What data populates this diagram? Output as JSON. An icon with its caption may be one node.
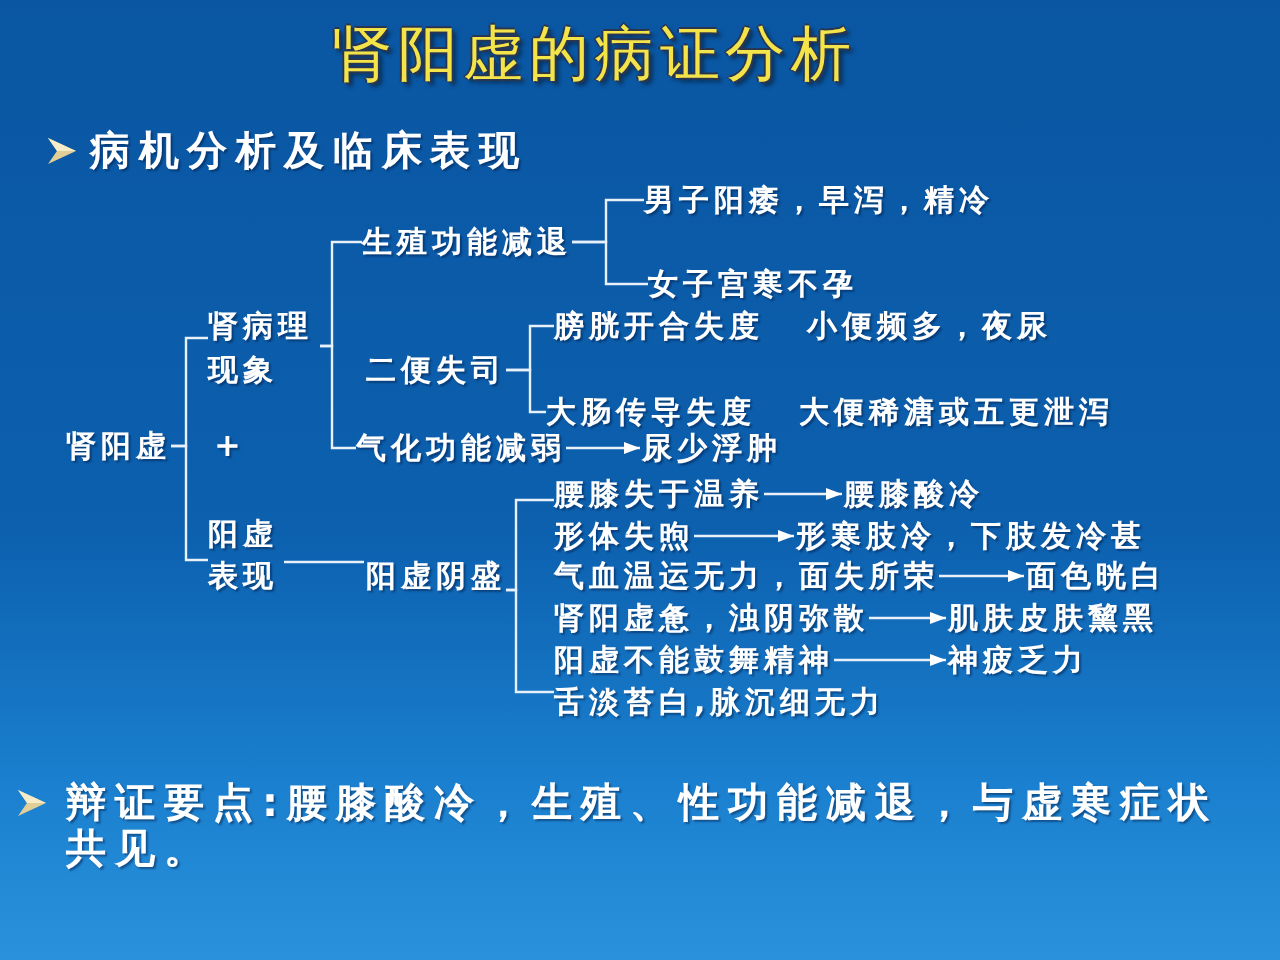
{
  "diagram": {
    "title": "肾阳虚的病证分析",
    "nodes": [
      {
        "text": [
          "肾阳虚"
        ]
      },
      {
        "text": [
          "肾病理现象"
        ]
      },
      {
        "text": [
          "阳虚表现"
        ]
      },
      {
        "text": [
          "生殖功能减退"
        ]
      },
      {
        "text": [
          "二便失司"
        ]
      },
      {
        "text": [
          "气化功能减弱"
        ]
      },
      {
        "text": [
          "男子阳痿，早泻，精冷"
        ]
      },
      {
        "text": [
          "女子宫寒不孕"
        ]
      },
      {
        "text": [
          "膀胱开合失度 小便频多，夜尿"
        ]
      },
      {
        "text": [
          "大肠传导失度 大便稀溏或五更泄泻"
        ]
      },
      {
        "text": [
          "尿少浮肿"
        ]
      },
      {
        "text": [
          "阳虚阴盛"
        ]
      },
      {
        "text": [
          "腰膝失于温养"
        ]
      },
      {
        "text": [
          "腰膝酸冷"
        ]
      },
      {
        "text": [
          "形体失煦"
        ]
      },
      {
        "text": [
          "形寒肢冷，下肢发冷甚"
        ]
      },
      {
        "text": [
          "气血温运无力，面失所荣"
        ]
      },
      {
        "text": [
          "面色晄白"
        ]
      },
      {
        "text": [
          "肾阳虚惫，浊阴弥散"
        ]
      },
      {
        "text": [
          "肌肤皮肤黧黑"
        ]
      },
      {
        "text": [
          "阳虚不能鼓舞精神"
        ]
      },
      {
        "text": [
          "神疲乏力"
        ]
      },
      {
        "text": [
          "舌淡苔白,脉沉细无力"
        ]
      }
    ],
    "edges": [
      {
        "from": 0,
        "to": 1,
        "arrow": "none"
      },
      {
        "from": 0,
        "to": 2,
        "arrow": "none"
      },
      {
        "from": 1,
        "to": 3,
        "arrow": "none"
      },
      {
        "from": 1,
        "to": 5,
        "arrow": "none"
      },
      {
        "from": 3,
        "to": 6,
        "arrow": "none"
      },
      {
        "from": 3,
        "to": 7,
        "arrow": "none"
      },
      {
        "from": 4,
        "to": 8,
        "arrow": "none"
      },
      {
        "from": 4,
        "to": 9,
        "arrow": "none"
      },
      {
        "from": 5,
        "to": 10,
        "arrow": "to"
      },
      {
        "from": 2,
        "to": 11,
        "arrow": "none"
      },
      {
        "from": 11,
        "to": 12,
        "arrow": "none"
      },
      {
        "from": 11,
        "to": 22,
        "arrow": "none"
      },
      {
        "from": 12,
        "to": 13,
        "arrow": "to"
      },
      {
        "from": 14,
        "to": 15,
        "arrow": "to"
      },
      {
        "from": 16,
        "to": 17,
        "arrow": "to"
      },
      {
        "from": 18,
        "to": 19,
        "arrow": "to"
      },
      {
        "from": 20,
        "to": 21,
        "arrow": "to"
      }
    ],
    "labels": [
      "病机分析及临床表现",
      "+",
      "辩证要点:腰膝酸冷，生殖、性功能减退，与虚寒症状共见。"
    ]
  }
}
